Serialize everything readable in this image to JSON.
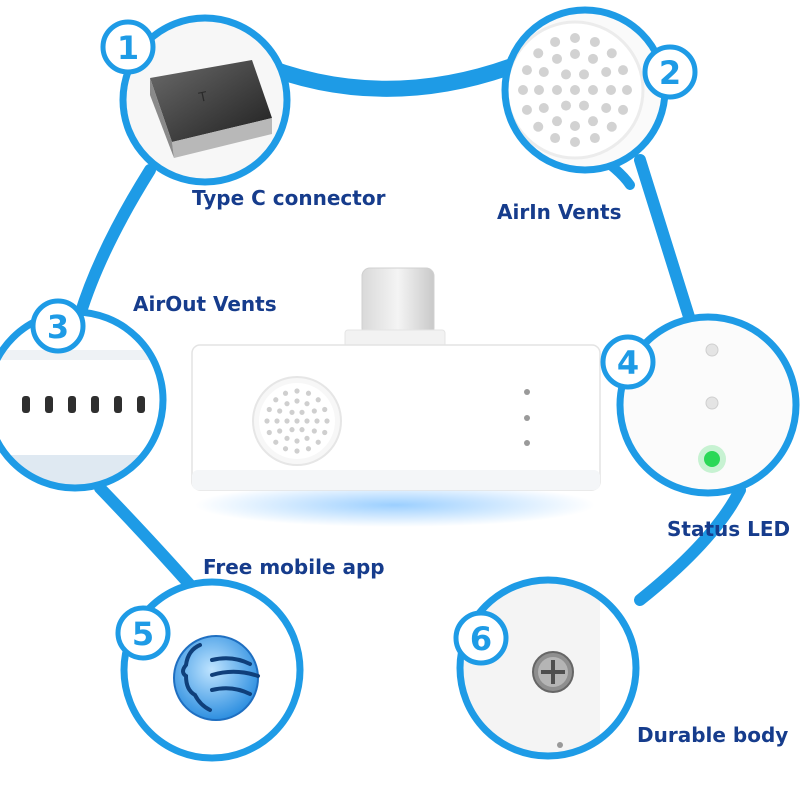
{
  "features": [
    {
      "number": "1",
      "label": "Type C connector"
    },
    {
      "number": "2",
      "label": "AirIn Vents"
    },
    {
      "number": "3",
      "label": "AirOut Vents"
    },
    {
      "number": "4",
      "label": "Status LED"
    },
    {
      "number": "5",
      "label": "Free mobile app"
    },
    {
      "number": "6",
      "label": "Durable body"
    }
  ],
  "colors": {
    "ring": "#1e9be6",
    "label": "#163c8c",
    "badge_text": "#1e9be6",
    "led_on": "#2bd957"
  }
}
